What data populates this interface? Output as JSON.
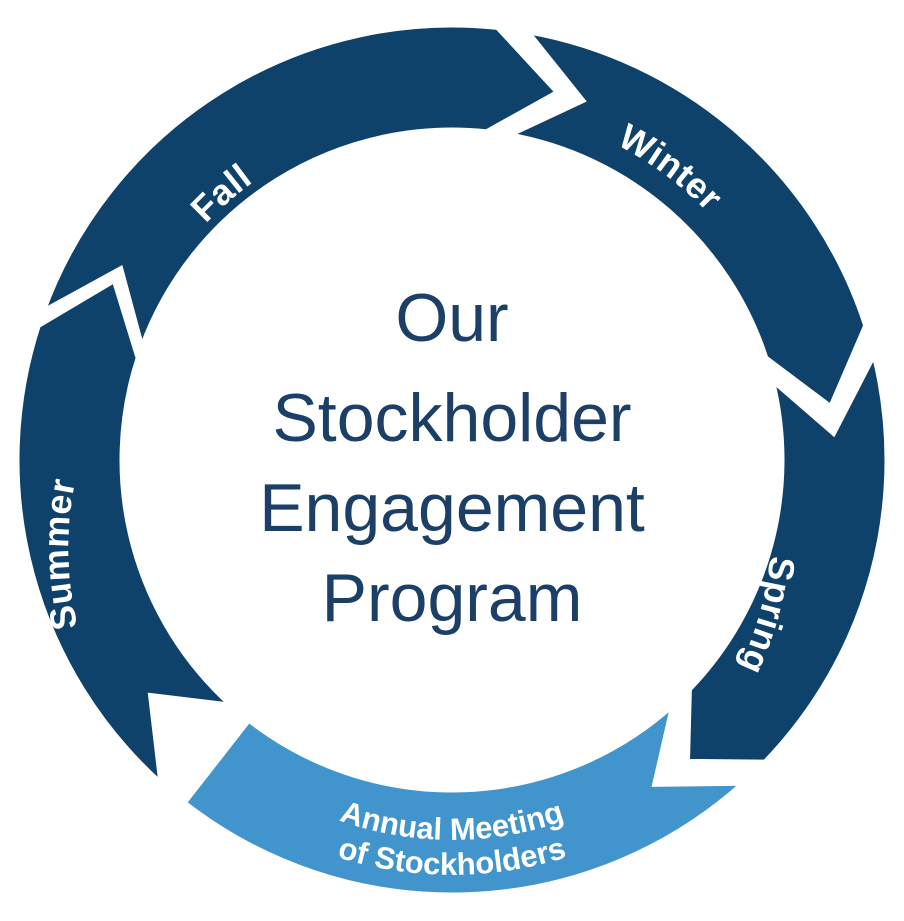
{
  "center_title": [
    "Our",
    "Stockholder",
    "Engagement",
    "Program"
  ],
  "segments": [
    {
      "label": "Winter",
      "color": "#0f426b"
    },
    {
      "label": "Spring",
      "color": "#0f426b"
    },
    {
      "label": "Annual Meeting",
      "label2": "of Stockholders",
      "color": "#4195cc"
    },
    {
      "label": "Summer",
      "color": "#0f426b"
    },
    {
      "label": "Fall",
      "color": "#0f426b"
    }
  ],
  "colors": {
    "text": "#1b3f66",
    "ring_dark": "#0f426b",
    "ring_light": "#4195cc",
    "background": "#ffffff"
  }
}
